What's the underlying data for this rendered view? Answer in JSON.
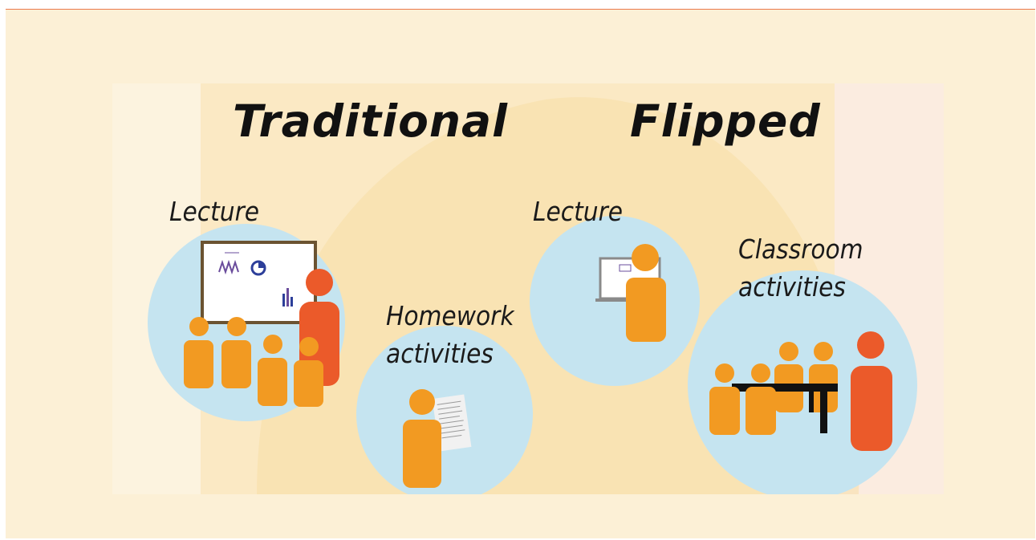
{
  "diagram": {
    "traditional": {
      "heading": "Traditional",
      "lecture_label": "Lecture",
      "homework_label_line1": "Homework",
      "homework_label_line2": "activities"
    },
    "flipped": {
      "heading": "Flipped",
      "lecture_label": "Lecture",
      "classroom_label_line1": "Classroom",
      "classroom_label_line2": "activities"
    },
    "colors": {
      "background": "#fcf0d6",
      "circle": "#c5e4f0",
      "student": "#f29a22",
      "teacher": "#eb5a2a",
      "border_accent": "#ea7a4d"
    }
  }
}
